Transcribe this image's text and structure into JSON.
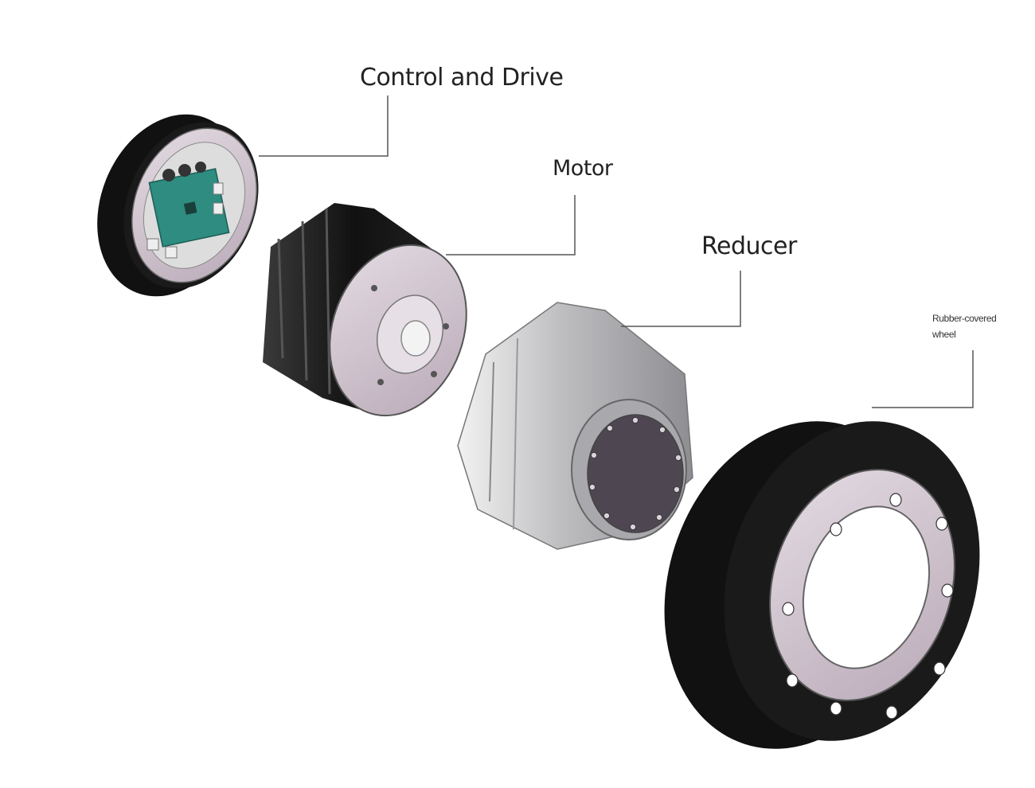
{
  "labels": {
    "control_and_drive": "Control and Drive",
    "motor": "Motor",
    "reducer": "Reducer",
    "rubber_covered_wheel_line1": "Rubber-covered",
    "rubber_covered_wheel_line2": "wheel"
  },
  "colors": {
    "rubber": "#141414",
    "flange": "#c9bcc8",
    "metal": "#b8b8bc",
    "pcb": "#2e8c80",
    "leader": "#555555"
  }
}
